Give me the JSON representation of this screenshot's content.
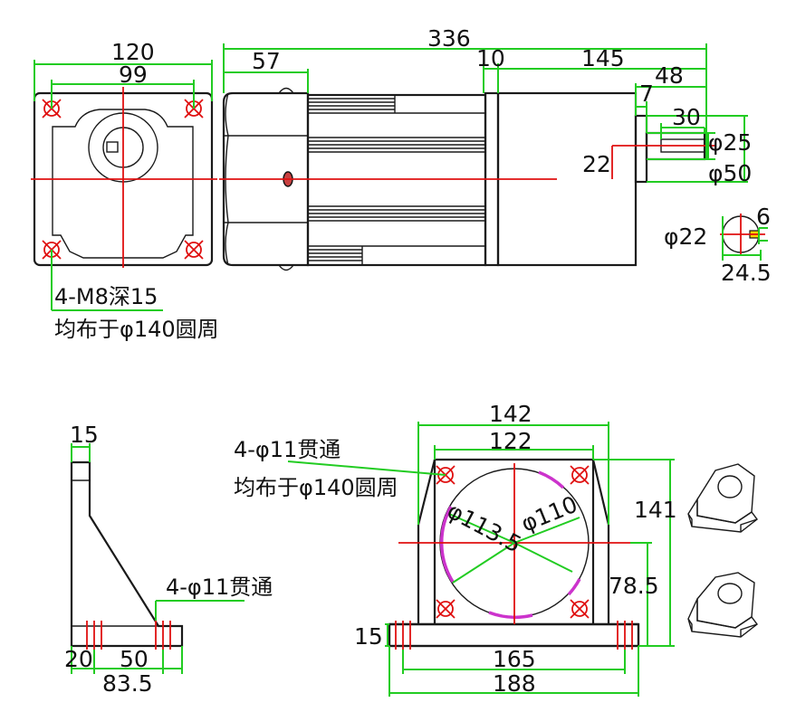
{
  "colors": {
    "outline": "#1a1a1a",
    "dimension_line": "#22cc22",
    "center_line": "#e01010",
    "arc_highlight": "#cc33cc"
  },
  "motor": {
    "front_view": {
      "width": "120",
      "bolt_spacing": "99",
      "holes_note_line1": "4-M8深15",
      "holes_note_line2": "均布于φ140圆周"
    },
    "side_view": {
      "total_length": "336",
      "gearbox_length": "57",
      "flange_thickness": "10",
      "motor_body_length": "145",
      "shaft_extension": "48",
      "shaft_step": "7",
      "shaft_key_length": "30",
      "shaft_diameter": "φ25",
      "boss_diameter": "φ50",
      "shaft_center_height": "22"
    },
    "shaft_section": {
      "diameter": "φ22",
      "key_width": "6",
      "key_height": "24.5"
    }
  },
  "bracket": {
    "side_view": {
      "thickness": "15",
      "holes_note": "4-φ11贯通",
      "hole_offset": "20",
      "hole_spacing": "50",
      "base_length": "83.5"
    },
    "front_view": {
      "outer_width": "142",
      "inner_width": "122",
      "holes_note_line1": "4-φ11贯通",
      "holes_note_line2": "均布于φ140圆周",
      "bore_diameter_1": "φ113.5",
      "bore_diameter_2": "φ110",
      "total_height": "141",
      "center_height": "78.5",
      "base_thickness": "15",
      "base_hole_spacing": "165",
      "base_length": "188"
    }
  }
}
